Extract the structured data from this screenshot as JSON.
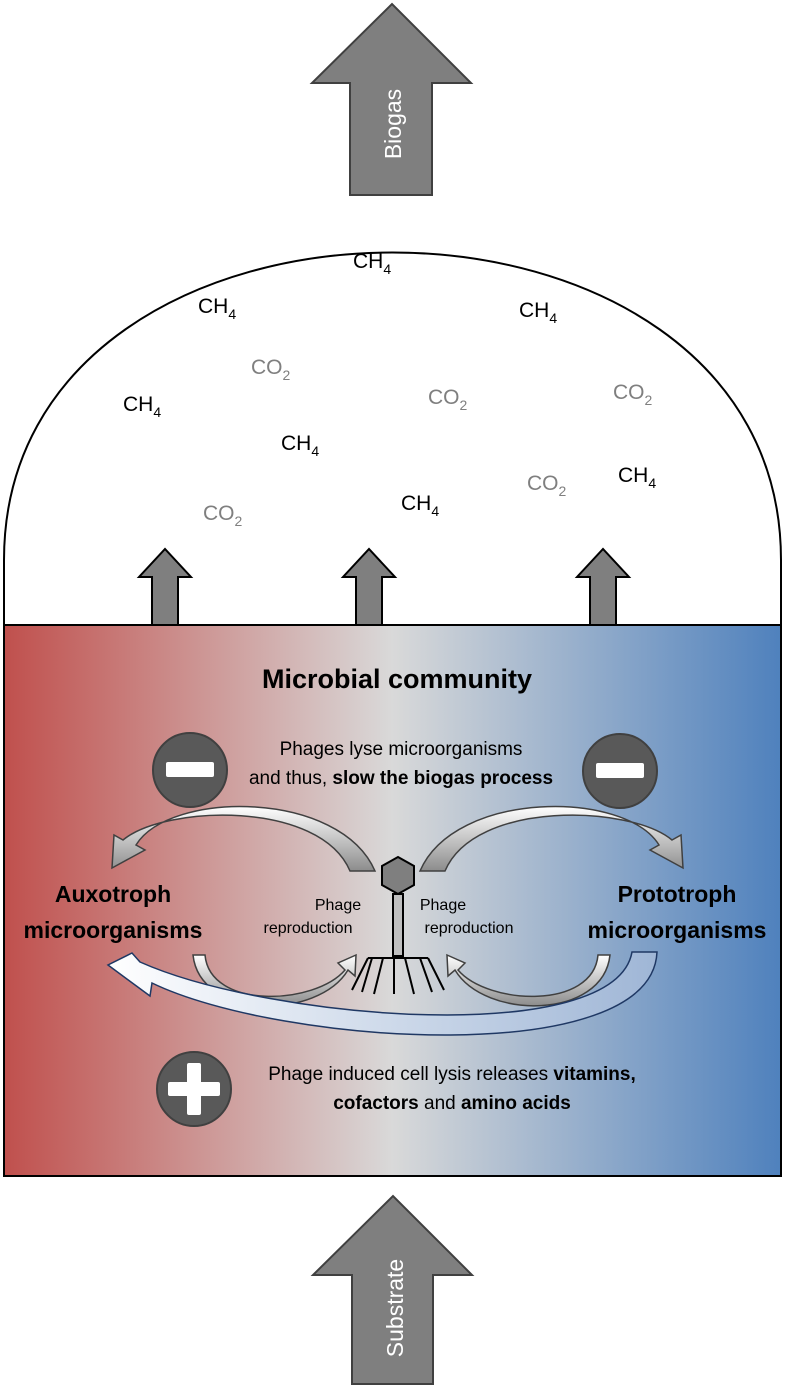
{
  "arrows": {
    "top_label": "Biogas",
    "bottom_label": "Substrate"
  },
  "gases": [
    {
      "formula": "CH",
      "subscript": "4",
      "kind": "methane"
    },
    {
      "formula": "CH",
      "subscript": "4",
      "kind": "methane"
    },
    {
      "formula": "CH",
      "subscript": "4",
      "kind": "methane"
    },
    {
      "formula": "CO",
      "subscript": "2",
      "kind": "carbon-dioxide"
    },
    {
      "formula": "CH",
      "subscript": "4",
      "kind": "methane"
    },
    {
      "formula": "CO",
      "subscript": "2",
      "kind": "carbon-dioxide"
    },
    {
      "formula": "CO",
      "subscript": "2",
      "kind": "carbon-dioxide"
    },
    {
      "formula": "CH",
      "subscript": "4",
      "kind": "methane"
    },
    {
      "formula": "CH",
      "subscript": "4",
      "kind": "methane"
    },
    {
      "formula": "CO",
      "subscript": "2",
      "kind": "carbon-dioxide"
    },
    {
      "formula": "CH",
      "subscript": "4",
      "kind": "methane"
    },
    {
      "formula": "CO",
      "subscript": "2",
      "kind": "carbon-dioxide"
    }
  ],
  "community": {
    "title": "Microbial community",
    "negative": {
      "line1": "Phages lyse microorganisms",
      "line2_plain": "and thus, ",
      "line2_bold": "slow the biogas process"
    },
    "left_org": {
      "line1": "Auxotroph",
      "line2": "microorganisms"
    },
    "right_org": {
      "line1": "Prototroph",
      "line2": "microorganisms"
    },
    "reproduction_left": {
      "line1": "Phage",
      "line2": "reproduction"
    },
    "reproduction_right": {
      "line1": "Phage",
      "line2": "reproduction"
    },
    "positive": {
      "line1_plain": "Phage induced cell lysis releases ",
      "line1_bold": "vitamins,",
      "line2_bold_a": "cofactors",
      "line2_plain": " and ",
      "line2_bold_b": "amino acids"
    }
  },
  "colors": {
    "gradient_left": "#c0504d",
    "gradient_mid": "#d9d9d9",
    "gradient_right": "#4f81bd",
    "arrow_fill": "#7f7f7f",
    "circle_fill": "#595959",
    "methane_text": "#000000",
    "co2_text": "#7f7f7f",
    "feedback_arrow": "#dce6f2"
  }
}
